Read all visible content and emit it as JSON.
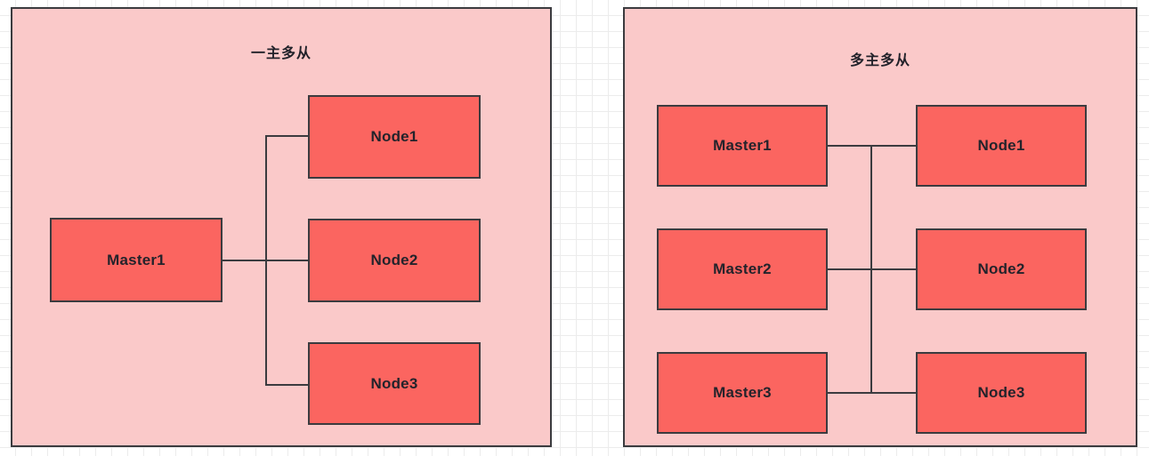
{
  "diagram": {
    "type": "architecture-topology",
    "panels": [
      {
        "id": "single-master",
        "title": "一主多从",
        "masters": [
          {
            "label": "Master1"
          }
        ],
        "nodes": [
          {
            "label": "Node1"
          },
          {
            "label": "Node2"
          },
          {
            "label": "Node3"
          }
        ],
        "connections": [
          {
            "from": "Master1",
            "to": "Node1"
          },
          {
            "from": "Master1",
            "to": "Node2"
          },
          {
            "from": "Master1",
            "to": "Node3"
          }
        ]
      },
      {
        "id": "multi-master",
        "title": "多主多从",
        "masters": [
          {
            "label": "Master1"
          },
          {
            "label": "Master2"
          },
          {
            "label": "Master3"
          }
        ],
        "nodes": [
          {
            "label": "Node1"
          },
          {
            "label": "Node2"
          },
          {
            "label": "Node3"
          }
        ],
        "connections": [
          {
            "from": "Master1",
            "to": "Node1"
          },
          {
            "from": "Master2",
            "to": "Node2"
          },
          {
            "from": "Master3",
            "to": "Node3"
          },
          {
            "from": "Master1",
            "to": "Master2"
          },
          {
            "from": "Master2",
            "to": "Master3"
          }
        ]
      }
    ],
    "colors": {
      "panel_fill": "#fac9c9",
      "box_fill": "#fb6560",
      "stroke": "#3b3b3f",
      "text": "#23232b",
      "canvas": "#ffffff",
      "grid": "#ececec"
    }
  }
}
